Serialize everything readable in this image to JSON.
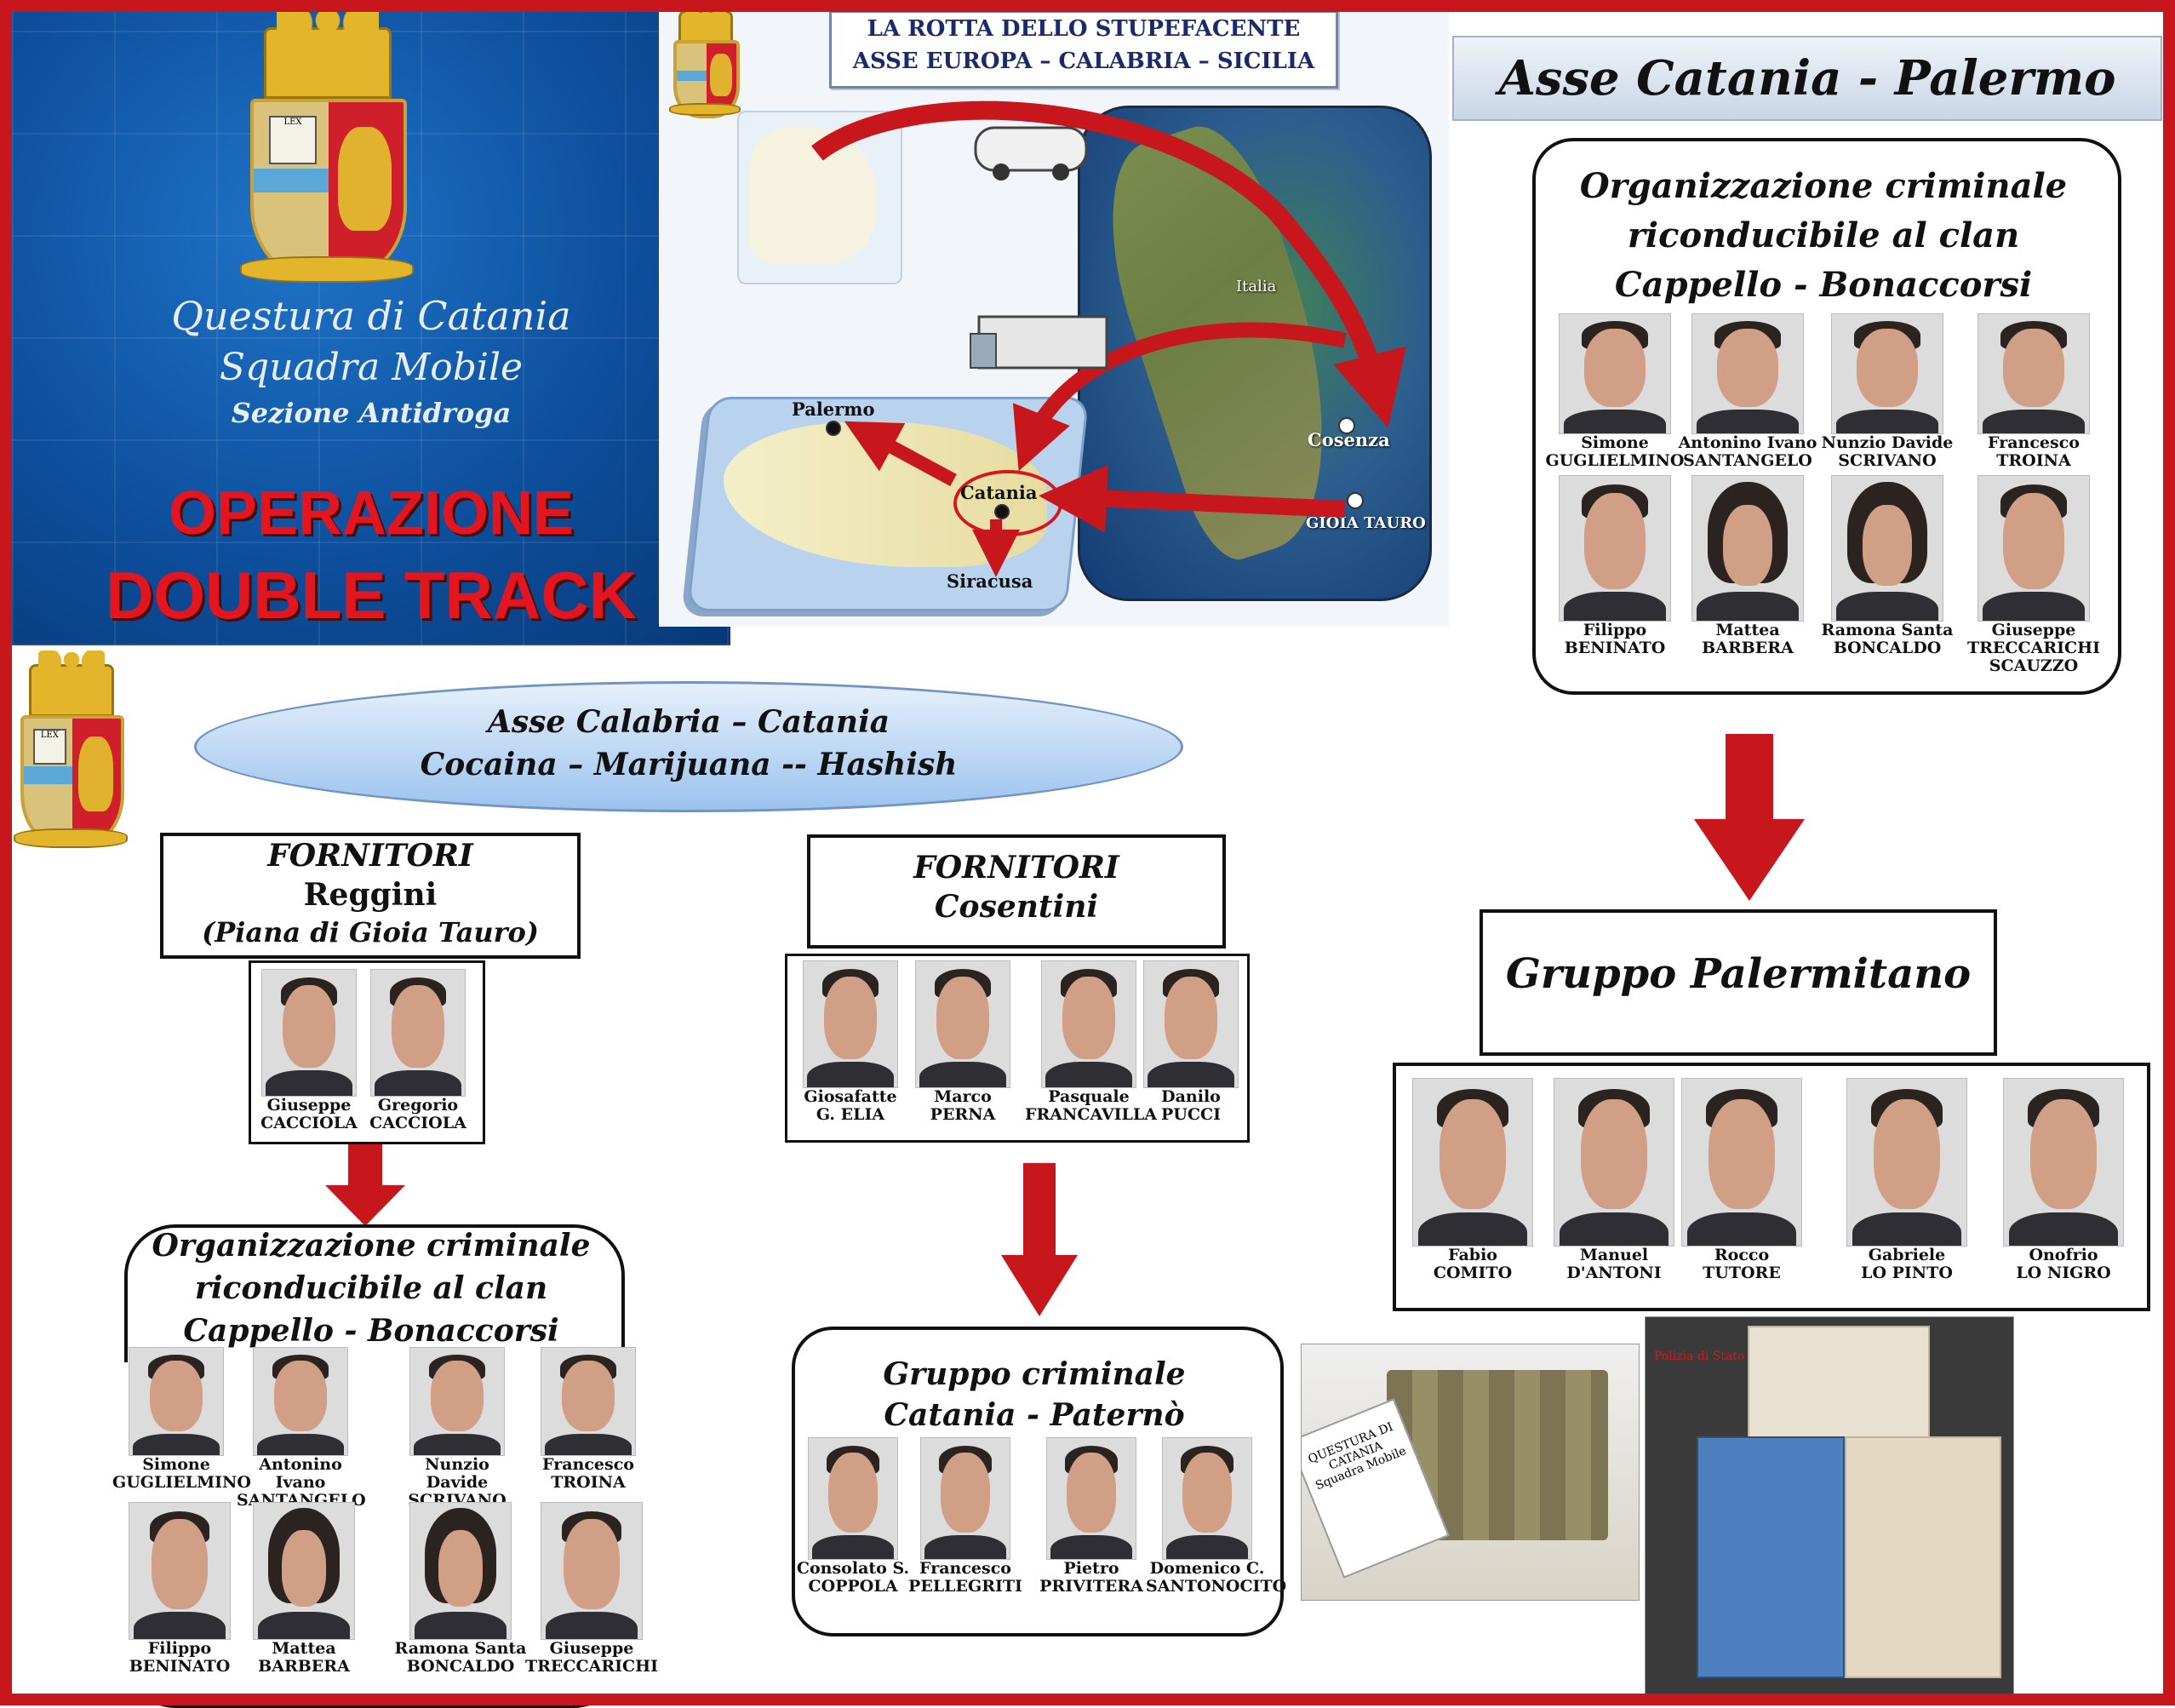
{
  "questura": {
    "line1": "Questura di Catania",
    "line2": "Squadra Mobile",
    "line3": "Sezione Antidroga",
    "op1": "OPERAZIONE",
    "op2": "DOUBLE TRACK",
    "emblem_text": "LEX"
  },
  "map": {
    "title1": "LA ROTTA DELLO STUPEFACENTE",
    "title2": "ASSE EUROPA – CALABRIA – SICILIA",
    "labels": {
      "palermo": "Palermo",
      "catania": "Catania",
      "siracusa": "Siracusa",
      "cosenza": "Cosenza",
      "gioia": "GIOIA TAURO",
      "italia": "Italia"
    }
  },
  "catania_palermo": {
    "banner": "Asse Catania - Palermo",
    "org_title1": "Organizzazione criminale",
    "org_title2": "riconducibile al clan",
    "org_title3": "Cappello - Bonaccorsi",
    "members": [
      {
        "first": "Simone",
        "last": "GUGLIELMINO"
      },
      {
        "first": "Antonino Ivano",
        "last": "SANTANGELO"
      },
      {
        "first": "Nunzio Davide",
        "last": "SCRIVANO"
      },
      {
        "first": "Francesco",
        "last": "TROINA"
      },
      {
        "first": "Filippo",
        "last": "BENINATO"
      },
      {
        "first": "Mattea",
        "last": "BARBERA"
      },
      {
        "first": "Ramona Santa",
        "last": "BONCALDO"
      },
      {
        "first": "Giuseppe",
        "last": "TRECCARICHI SCAUZZO"
      }
    ],
    "gruppo_title": "Gruppo Palermitano",
    "gruppo_members": [
      {
        "first": "Fabio",
        "last": "COMITO"
      },
      {
        "first": "Manuel",
        "last": "D'ANTONI"
      },
      {
        "first": "Rocco",
        "last": "TUTORE"
      },
      {
        "first": "Gabriele",
        "last": "LO PINTO"
      },
      {
        "first": "Onofrio",
        "last": "LO NIGRO"
      }
    ]
  },
  "calabria_catania": {
    "ellipse1": "Asse Calabria – Catania",
    "ellipse2": "Cocaina – Marijuana -- Hashish",
    "reggini_title1": "FORNITORI",
    "reggini_title2": "Reggini",
    "reggini_title3": "(Piana di Gioia Tauro)",
    "reggini": [
      {
        "first": "Giuseppe",
        "last": "CACCIOLA"
      },
      {
        "first": "Gregorio",
        "last": "CACCIOLA"
      }
    ],
    "cosentini_title1": "FORNITORI",
    "cosentini_title2": "Cosentini",
    "cosentini": [
      {
        "first": "Giosafatte",
        "last": "G. ELIA"
      },
      {
        "first": "Marco",
        "last": "PERNA"
      },
      {
        "first": "Pasquale",
        "last": "FRANCAVILLA"
      },
      {
        "first": "Danilo",
        "last": "PUCCI"
      }
    ],
    "org_title1": "Organizzazione criminale",
    "org_title2": "riconducibile al clan",
    "org_title3": "Cappello - Bonaccorsi",
    "org_members": [
      {
        "first": "Simone",
        "last": "GUGLIELMINO"
      },
      {
        "first": "Antonino Ivano",
        "last": "SANTANGELO"
      },
      {
        "first": "Nunzio Davide",
        "last": "SCRIVANO"
      },
      {
        "first": "Francesco",
        "last": "TROINA"
      },
      {
        "first": "Filippo",
        "last": "BENINATO"
      },
      {
        "first": "Mattea",
        "last": "BARBERA"
      },
      {
        "first": "Ramona Santa",
        "last": "BONCALDO"
      },
      {
        "first": "Giuseppe",
        "last": "TRECCARICHI"
      }
    ],
    "paterno_title1": "Gruppo criminale",
    "paterno_title2": "Catania - Paternò",
    "paterno": [
      {
        "first": "Consolato S.",
        "last": "COPPOLA"
      },
      {
        "first": "Francesco",
        "last": "PELLEGRITI"
      },
      {
        "first": "Pietro",
        "last": "PRIVITERA"
      },
      {
        "first": "Domenico C.",
        "last": "SANTONOCITO"
      }
    ]
  },
  "seized": {
    "card_text": "QUESTURA DI CATANIA Squadra Mobile",
    "polizia": "Polizia di Stato"
  },
  "colors": {
    "arrow": "#c8161d",
    "frame": "#c8161d",
    "questura_blue": "#0d4f9c"
  }
}
